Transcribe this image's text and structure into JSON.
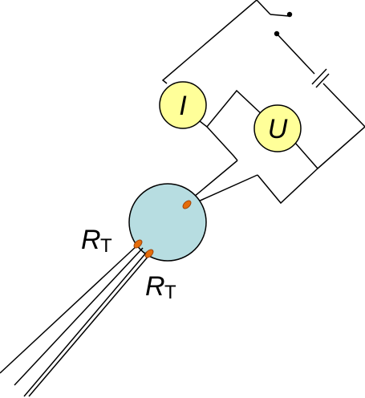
{
  "colors": {
    "wire": "#000000",
    "meter_fill": "#ffff99",
    "sphere_fill": "#b7dde1",
    "sensor_fill": "#e46c0a",
    "sensor_stroke": "#a0440a"
  },
  "meters": {
    "current": {
      "symbol": "I"
    },
    "voltage": {
      "symbol": "U"
    }
  },
  "thermistors": {
    "left": {
      "main": "R",
      "sub": "T"
    },
    "lower": {
      "main": "R",
      "sub": "T"
    }
  }
}
